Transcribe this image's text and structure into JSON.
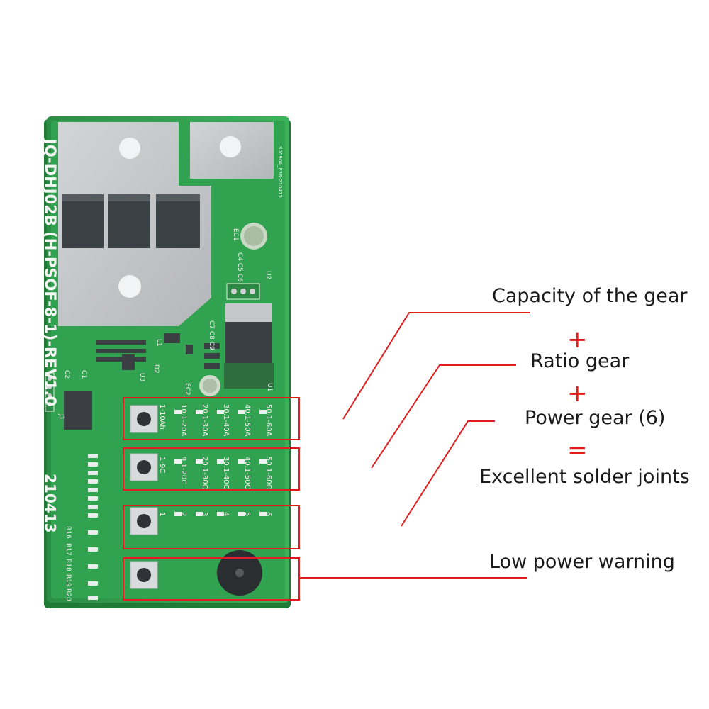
{
  "board": {
    "model_label": "JQ-DHJ02B (H-PSOF-8-1)-REV1.0",
    "date_code": "210413",
    "small_code": "S0090A_P38-210415",
    "designators": {
      "ec1": "EC1",
      "u2": "U2",
      "u1": "U1",
      "ec2": "EC2",
      "l1": "L1",
      "d2": "D2",
      "u3": "U3",
      "c1": "C1",
      "c2": "C2",
      "j1": "J1",
      "c7": "C7 C8 C9",
      "c4": "C4 C5 C6",
      "r16": "R16",
      "r17": "R17",
      "r18": "R18",
      "r19": "R19",
      "r20": "R20"
    },
    "rows": [
      {
        "values": [
          "1-10Ah",
          "10.1-20A",
          "20.1-30A",
          "30.1-40A",
          "40.1-50A",
          "50.1-60A"
        ]
      },
      {
        "values": [
          "1-9C",
          "9.1-20C",
          "20.1-30C",
          "30.1-40C",
          "40.1-50C",
          "50.1-60C"
        ]
      },
      {
        "values": [
          "1",
          "2",
          "3",
          "4",
          "5",
          "6"
        ]
      }
    ]
  },
  "annotations": {
    "label1": "Capacity of the gear",
    "plus1": "+",
    "label2": "Ratio gear",
    "plus2": "+",
    "label3": "Power gear (6)",
    "equals": "=",
    "label4": "Excellent solder joints",
    "label5": "Low power warning",
    "line_color": "#e21d1d",
    "board_color": "#2f9e4c"
  }
}
